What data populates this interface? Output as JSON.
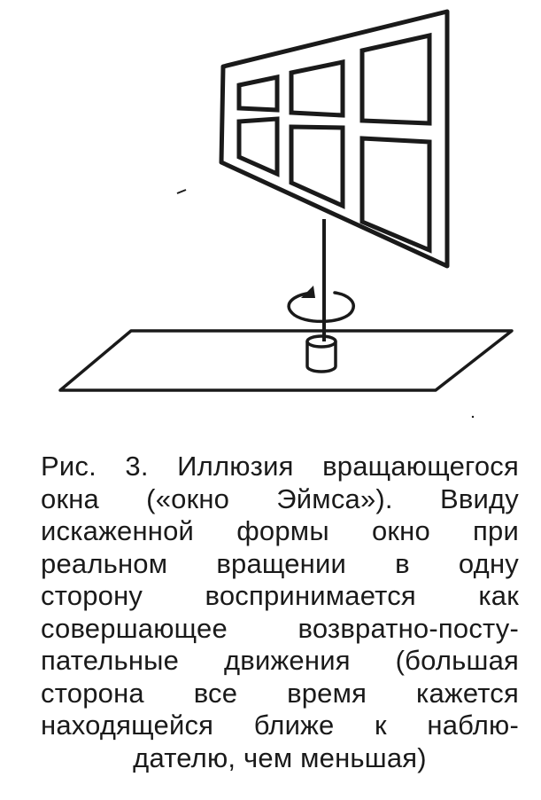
{
  "figure": {
    "kind": "illustration",
    "depicts": "trapezoidal window on a vertical rod with rotation arrow, mounted on a flat base",
    "ink_color": "#1a1a1a"
  },
  "caption": {
    "label": "Рис. 3.",
    "lines": [
      "Рис. 3. Иллюзия вращающегося",
      "окна («окно Эймса»). Ввиду",
      "искаженной формы окно при",
      "реальном вращении в одну",
      "сторону воспринимается как",
      "совершающее возвратно-посту-",
      "пательные движения (большая",
      "сторона все время кажется",
      "находящейся ближе к наблю-",
      "дателю, чем меньшая)"
    ]
  }
}
